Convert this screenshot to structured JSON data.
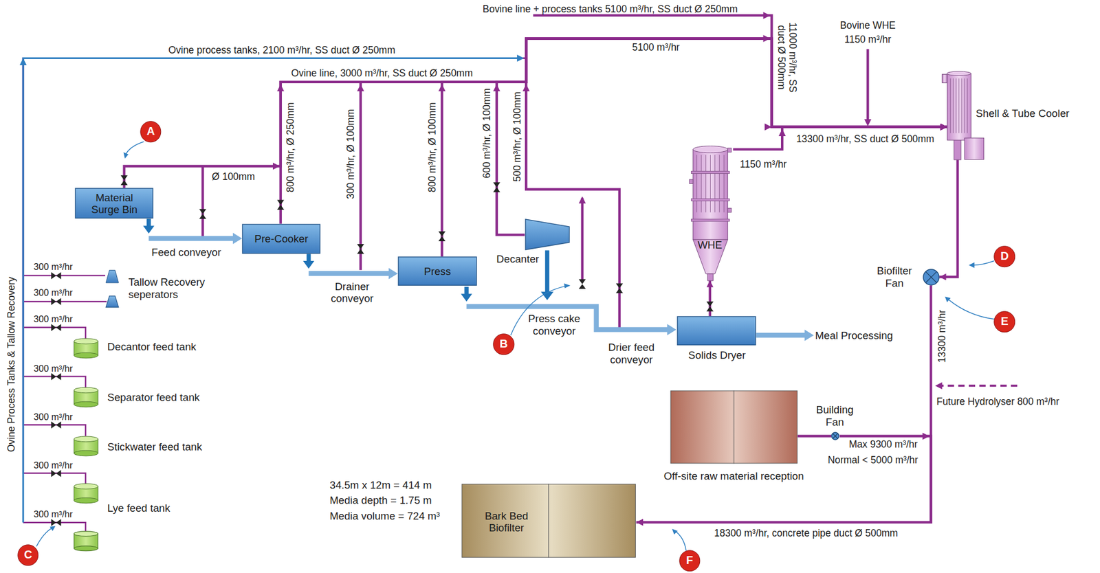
{
  "diagram": {
    "nodes": [
      {
        "text": [
          "Material Surge Bin"
        ]
      },
      {
        "text": [
          "Pre-Cooker"
        ]
      },
      {
        "text": [
          "Press"
        ]
      },
      {
        "text": [
          "Decanter"
        ]
      },
      {
        "text": [
          "Solids Dryer"
        ]
      },
      {
        "text": [
          "WHE"
        ]
      },
      {
        "text": [
          "Shell & Tube Cooler"
        ]
      },
      {
        "text": [
          "Biofilter Fan"
        ]
      },
      {
        "text": [
          "Building Fan"
        ]
      },
      {
        "text": [
          "Off-site raw material reception"
        ]
      },
      {
        "text": [
          "Bark Bed Biofilter"
        ]
      },
      {
        "text": [
          "Tallow Recovery seperators"
        ]
      },
      {
        "text": [
          "Decantor feed tank"
        ]
      },
      {
        "text": [
          "Separator feed tank"
        ]
      },
      {
        "text": [
          "Stickwater feed tank"
        ]
      },
      {
        "text": [
          "Lye feed tank"
        ]
      }
    ],
    "edges": [
      {
        "from": 0,
        "to": 6,
        "arrow": "to"
      },
      {
        "from": 1,
        "to": 6,
        "arrow": "to",
        "label": "800 m³/hr, Ø 250mm"
      },
      {
        "from": 2,
        "to": 6,
        "arrow": "to",
        "label": "800 m³/hr, Ø 100mm"
      },
      {
        "from": 3,
        "to": 6,
        "arrow": "to",
        "label": "600 m³/hr, Ø 100mm"
      },
      {
        "from": 4,
        "to": 5,
        "arrow": "to"
      },
      {
        "from": 5,
        "to": 6,
        "arrow": "to",
        "label": "1150 m³/hr"
      },
      {
        "from": 6,
        "to": 7,
        "arrow": "to"
      },
      {
        "from": 7,
        "to": 10,
        "arrow": "to",
        "label": "13300 m³/hr"
      },
      {
        "from": 9,
        "to": 8,
        "arrow": "none"
      },
      {
        "from": 8,
        "to": 10,
        "arrow": "to"
      },
      {
        "from": 11,
        "to": 6,
        "arrow": "to",
        "label": "300 m³/hr"
      },
      {
        "from": 12,
        "to": 6,
        "arrow": "to",
        "label": "300 m³/hr"
      },
      {
        "from": 13,
        "to": 6,
        "arrow": "to",
        "label": "300 m³/hr"
      },
      {
        "from": 14,
        "to": 6,
        "arrow": "to",
        "label": "300 m³/hr"
      },
      {
        "from": 15,
        "to": 6,
        "arrow": "to",
        "label": "300 m³/hr"
      }
    ],
    "labels": [
      "Bovine line + process tanks 5100 m³/hr, SS duct Ø 250mm",
      "Ovine process tanks, 2100 m³/hr, SS duct Ø 250mm",
      "5100 m³/hr",
      "11000 m³/hr, SS duct Ø 500mm",
      "Bovine WHE",
      "1150 m³/hr",
      "Ovine line, 3000 m³/hr, SS duct Ø 250mm",
      "13300 m³/hr, SS duct Ø 500mm",
      "A",
      "Ø 100mm",
      "300 m³/hr, Ø 100mm",
      "500 m³/hr, Ø 100mm",
      "Feed conveyor",
      "Drainer conveyor",
      "Press cake conveyor",
      "Drier feed conveyor",
      "Meal Processing",
      "B",
      "D",
      "E",
      "Future Hydrolyser 800 m³/hr",
      "Max 9300 m³/hr",
      "Normal < 5000 m³/hr",
      "34.5m x 12m = 414 m",
      "Media depth = 1.75 m",
      "Media volume = 724 m³",
      "18300 m³/hr, concrete pipe duct Ø 500mm",
      "F",
      "Ovine Process Tanks & Tallow Recovery",
      "300 m³/hr",
      "300 m³/hr",
      "C"
    ]
  }
}
